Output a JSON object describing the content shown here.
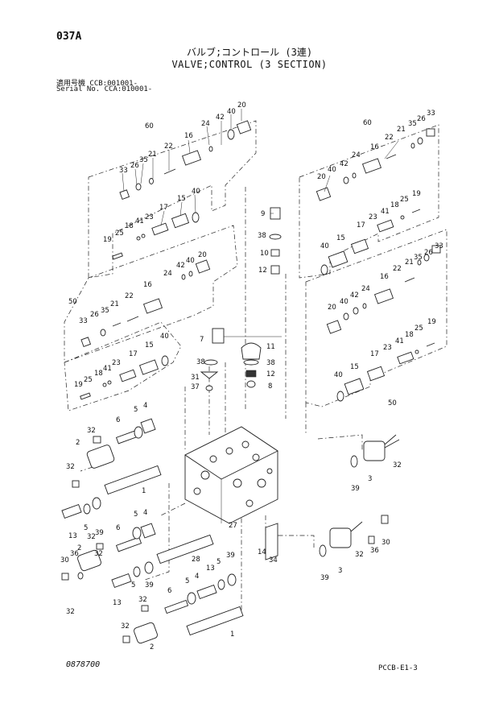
{
  "page_code": "037A",
  "title_jp": "バルブ;コントロール (3連)",
  "title_en": "VALVE;CONTROL (3 SECTION)",
  "serial_line_1": "適用号機 CCB:001001-",
  "serial_line_2": "Serial No. CCA:010001-",
  "drawing_number": "0878700",
  "page_reference": "PCCB-E1-3"
}
